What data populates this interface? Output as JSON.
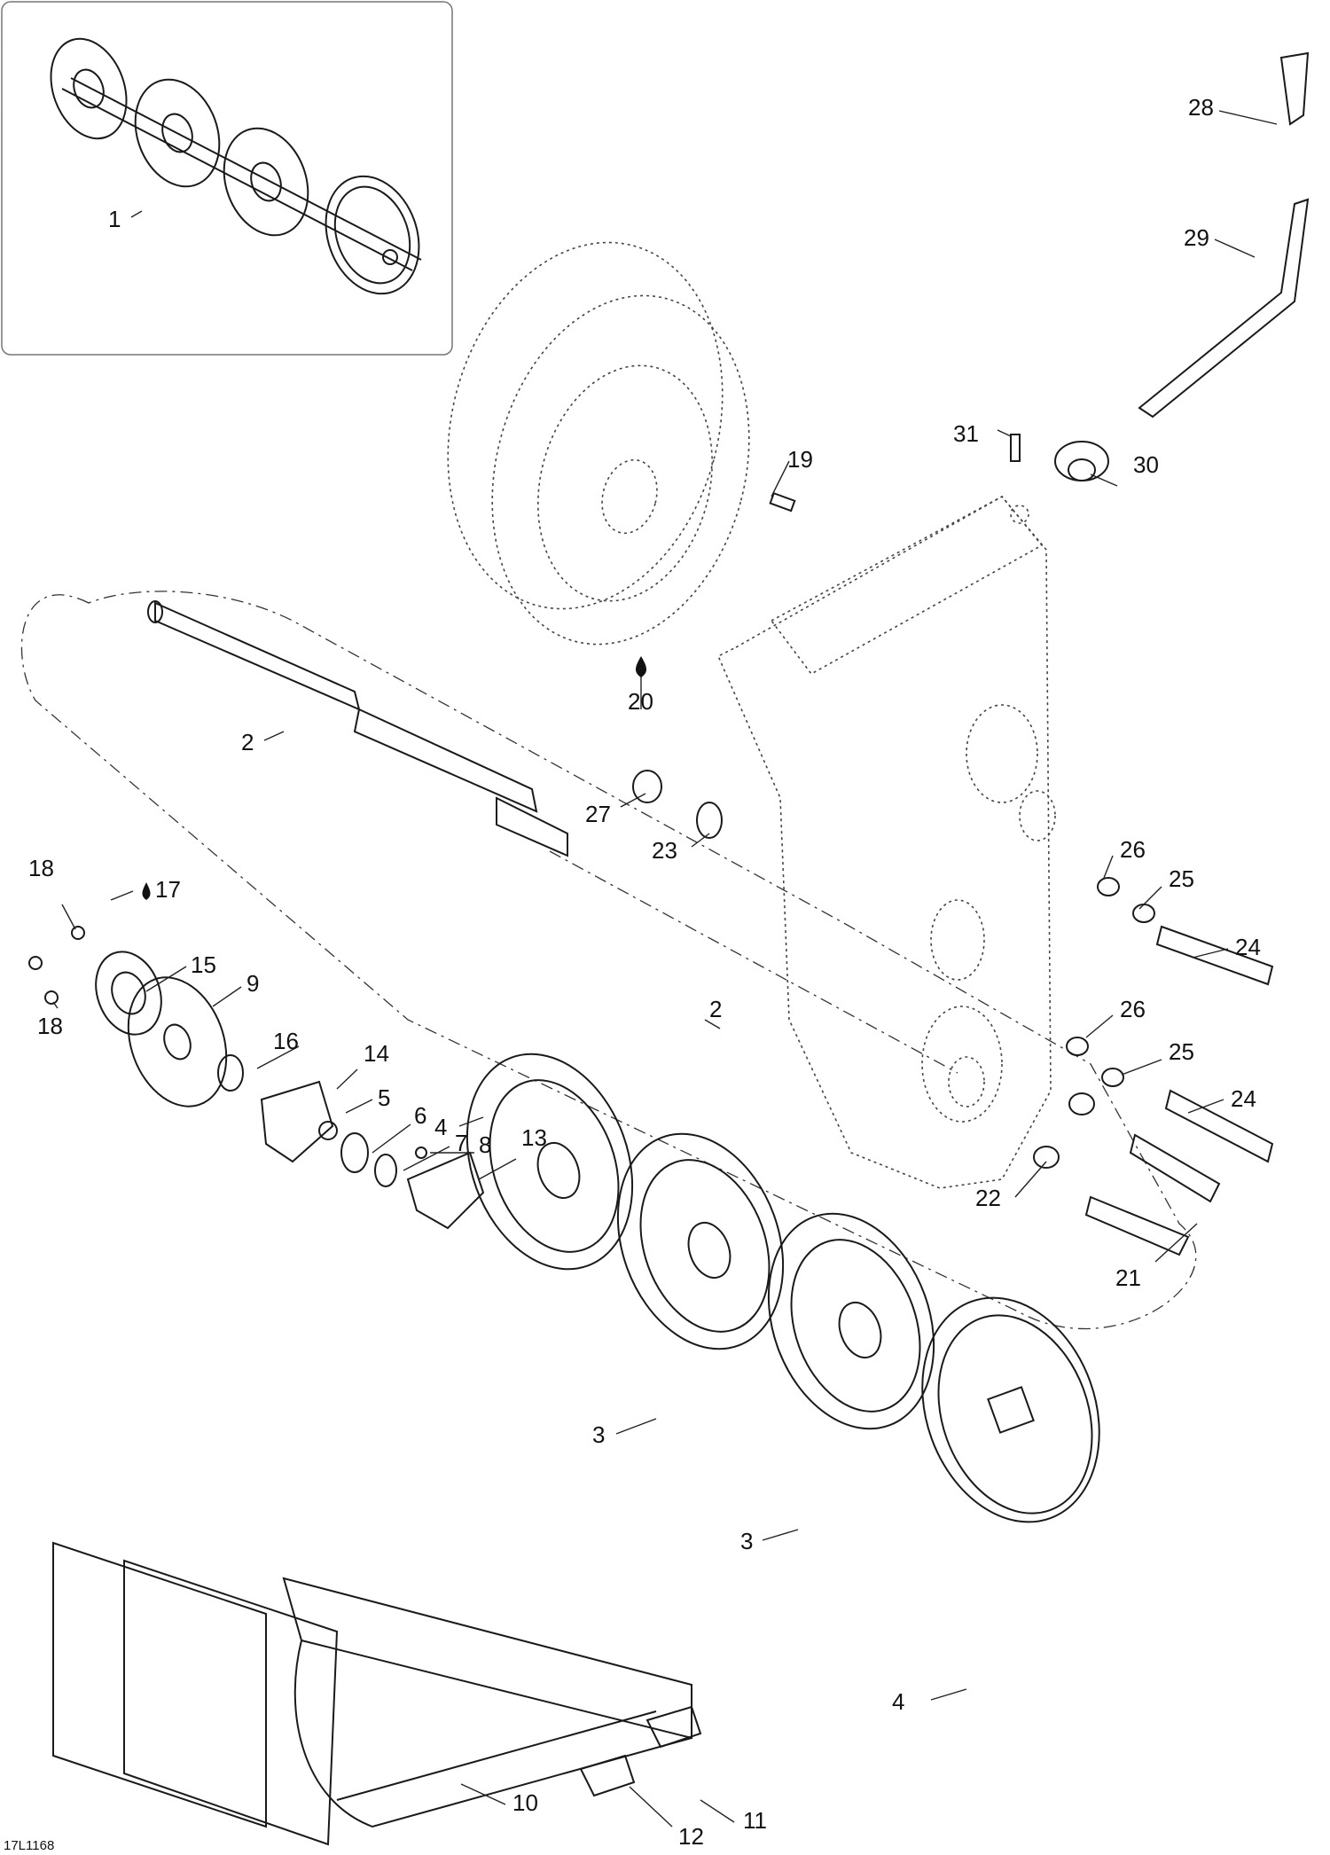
{
  "diagram": {
    "drawing_code": "17L1168",
    "callouts": [
      {
        "id": "c1",
        "label": "1"
      },
      {
        "id": "c2",
        "label": "2"
      },
      {
        "id": "c2b",
        "label": "2"
      },
      {
        "id": "c3a",
        "label": "3"
      },
      {
        "id": "c3b",
        "label": "3"
      },
      {
        "id": "c4a",
        "label": "4"
      },
      {
        "id": "c4b",
        "label": "4"
      },
      {
        "id": "c5",
        "label": "5"
      },
      {
        "id": "c6",
        "label": "6"
      },
      {
        "id": "c7",
        "label": "7"
      },
      {
        "id": "c8",
        "label": "8"
      },
      {
        "id": "c9",
        "label": "9"
      },
      {
        "id": "c10",
        "label": "10"
      },
      {
        "id": "c11",
        "label": "11"
      },
      {
        "id": "c12",
        "label": "12"
      },
      {
        "id": "c13",
        "label": "13"
      },
      {
        "id": "c14",
        "label": "14"
      },
      {
        "id": "c15",
        "label": "15"
      },
      {
        "id": "c16",
        "label": "16"
      },
      {
        "id": "c17",
        "label": "17"
      },
      {
        "id": "c18a",
        "label": "18"
      },
      {
        "id": "c18b",
        "label": "18"
      },
      {
        "id": "c19",
        "label": "19"
      },
      {
        "id": "c20",
        "label": "20"
      },
      {
        "id": "c21",
        "label": "21"
      },
      {
        "id": "c22",
        "label": "22"
      },
      {
        "id": "c23",
        "label": "23"
      },
      {
        "id": "c24a",
        "label": "24"
      },
      {
        "id": "c24b",
        "label": "24"
      },
      {
        "id": "c25a",
        "label": "25"
      },
      {
        "id": "c25b",
        "label": "25"
      },
      {
        "id": "c26a",
        "label": "26"
      },
      {
        "id": "c26b",
        "label": "26"
      },
      {
        "id": "c27",
        "label": "27"
      },
      {
        "id": "c28",
        "label": "28"
      },
      {
        "id": "c29",
        "label": "29"
      },
      {
        "id": "c30",
        "label": "30"
      },
      {
        "id": "c31",
        "label": "31"
      }
    ]
  }
}
